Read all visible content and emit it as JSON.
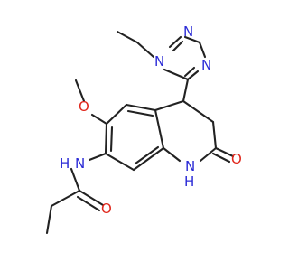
{
  "colors": {
    "bond": "#222222",
    "nitrogen": "#2b2bd6",
    "oxygen": "#e0261b",
    "background": "#ffffff"
  },
  "atoms": [
    {
      "id": "n_ring_top",
      "symbol": "N"
    },
    {
      "id": "n_triazole_ethyl",
      "symbol": "N"
    },
    {
      "id": "n_triazole_right",
      "symbol": "N"
    },
    {
      "id": "o_methoxy",
      "symbol": "O"
    },
    {
      "id": "n_amide",
      "symbol": "N"
    },
    {
      "id": "h_amide",
      "symbol": "H"
    },
    {
      "id": "o_amide",
      "symbol": "O"
    },
    {
      "id": "n_lactam",
      "symbol": "N"
    },
    {
      "id": "h_lactam",
      "symbol": "H"
    },
    {
      "id": "o_lactam",
      "symbol": "O"
    }
  ]
}
